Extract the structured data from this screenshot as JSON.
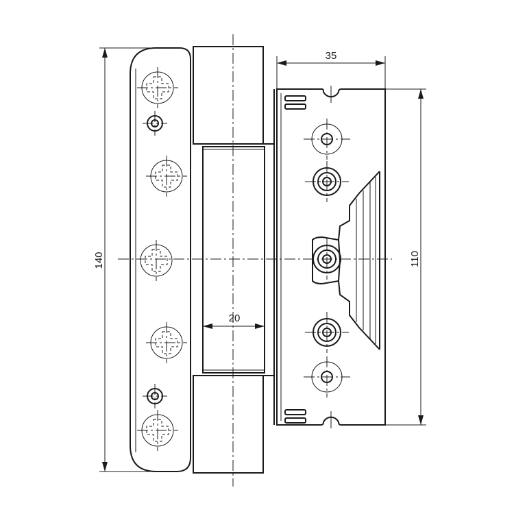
{
  "dimensions": {
    "overall_height": "140",
    "body_height": "110",
    "body_depth": "35",
    "barrel_width": "20"
  }
}
